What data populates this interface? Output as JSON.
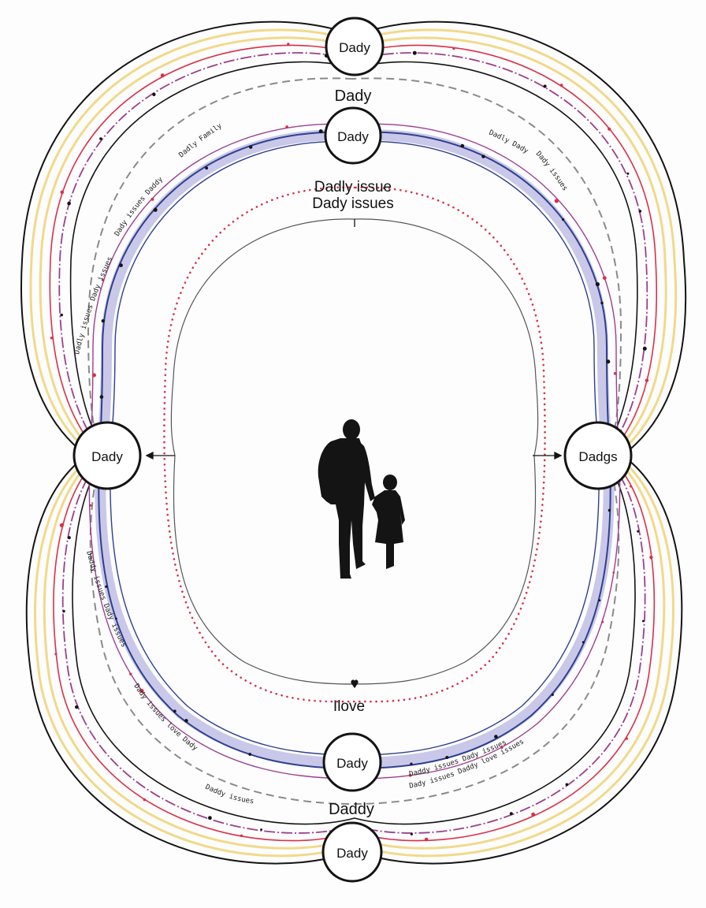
{
  "nodes": [
    {
      "id": "top-outer",
      "label": "Dady"
    },
    {
      "id": "top-inner",
      "label": "Dady"
    },
    {
      "id": "left",
      "label": "Dady"
    },
    {
      "id": "right",
      "label": "Dadgs"
    },
    {
      "id": "bottom-inner",
      "label": "Dady"
    },
    {
      "id": "bottom-outer",
      "label": "Dady"
    }
  ],
  "labels": {
    "top_between": "Dady",
    "issue_line_1": "Dadly issue",
    "issue_line_2": "Dady issues",
    "love": "Ilove",
    "bottom_between": "Daddy"
  },
  "ring_texts": {
    "upper_left_1": "Dadly Family",
    "upper_left_2": "Dady issues Daddy",
    "upper_left_3": "Dadly issues Dady issues",
    "upper_right_1": "Dady issues",
    "upper_right_2": "Dadly Dady",
    "lower_left_1": "Daddy issues Dady issues",
    "lower_left_2": "Dady issues love Dady",
    "lower_left_3": "Daddy issues",
    "lower_right_1": "Dady issues Daddy love issues",
    "lower_right_2": "Daddy issues Dady issues"
  },
  "colors": {
    "yellow": "#f2d98a",
    "red": "#d9304a",
    "purple": "#9c3f8e",
    "blue": "#2e3f8f",
    "lavender": "#c9c8e8",
    "gray_dash": "#8a8a8a",
    "black": "#141414"
  }
}
